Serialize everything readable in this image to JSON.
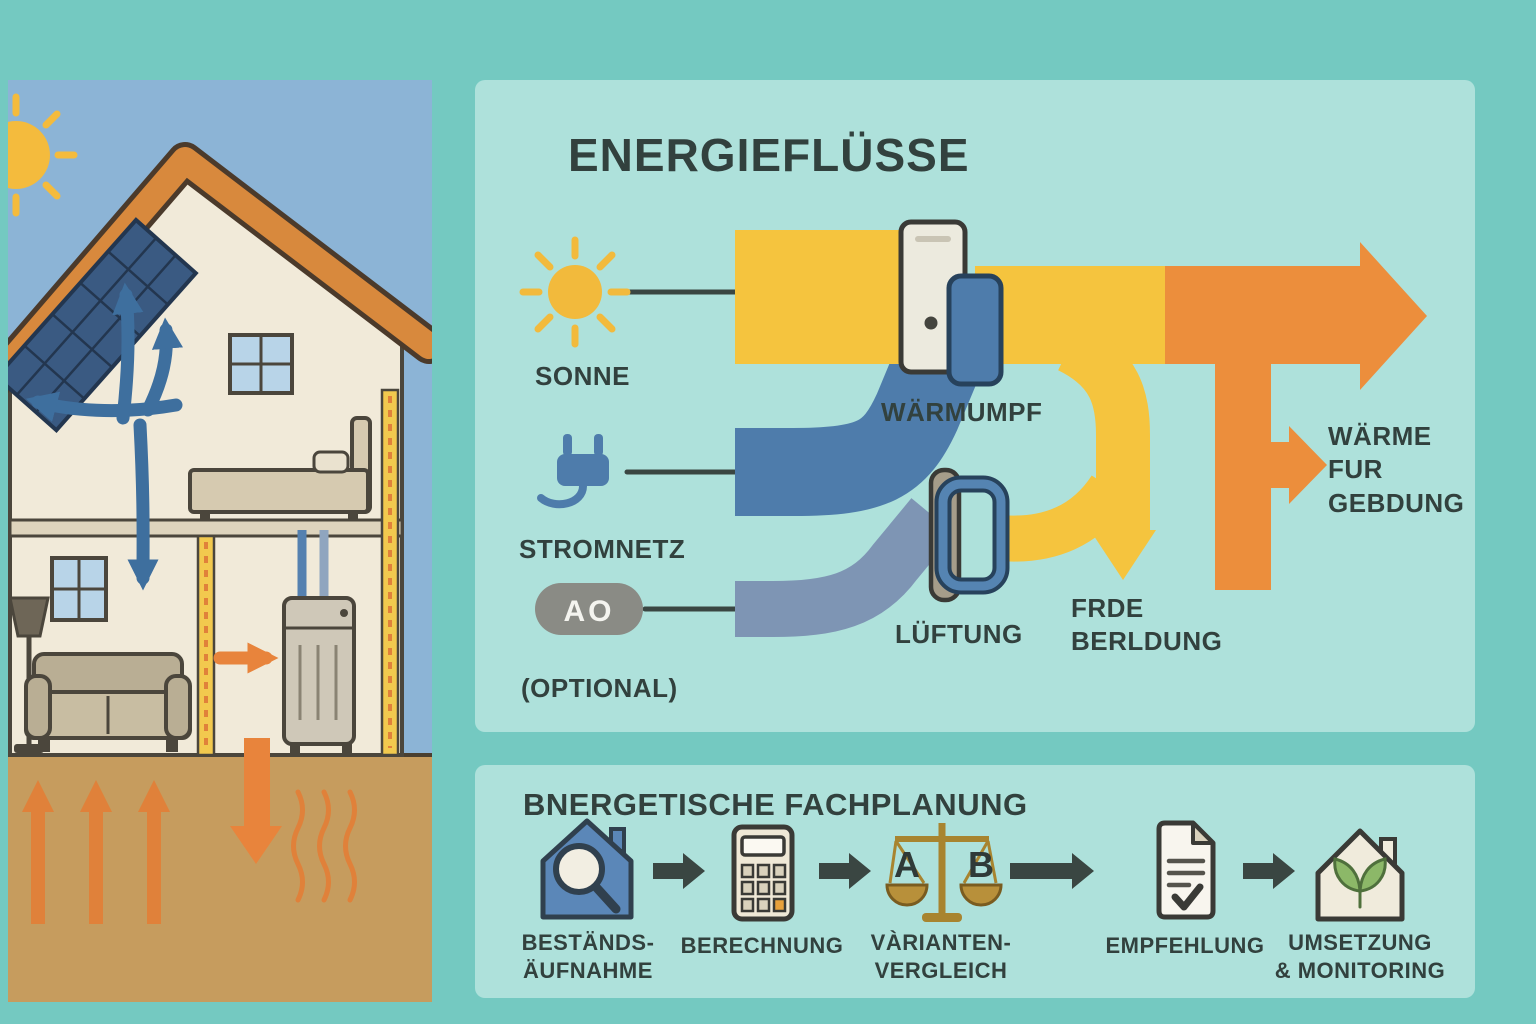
{
  "colors": {
    "background": "#74c9c1",
    "panel": "#aee1db",
    "text": "#32413e",
    "flow_yellow": "#f5c43e",
    "flow_orange": "#ec8e3c",
    "flow_blue": "#4e7cab",
    "flow_blue_gray": "#7e95b4",
    "sky": "#8cb4d6",
    "ground": "#c69c5e",
    "house_wall": "#f1ead9",
    "roof": "#d8893d",
    "air_arrow_blue": "#3e6f9e",
    "heat_arrow_orange": "#e8843c"
  },
  "house": {
    "alt": "Cross-section of a house with rooftop solar panel, interior air-flow arrows, heat pump and ground-source heat arrows",
    "elements": [
      "sun-icon",
      "solar-panel",
      "roof",
      "attic-window",
      "bed",
      "air-flow-arrows",
      "insulation-strips",
      "lower-window",
      "floor-lamp",
      "sofa",
      "heat-pump-unit",
      "heat-arrow-to-ground",
      "ground-heat-arrows",
      "ground-heat-waves"
    ]
  },
  "energy": {
    "title": "ENERGIEFLÜSSE",
    "sources": [
      {
        "id": "sonne",
        "icon": "sun-icon",
        "label": "SONNE"
      },
      {
        "id": "stromnetz",
        "icon": "plug-icon",
        "label": "STROMNETZ"
      },
      {
        "id": "ao",
        "icon": "ao-badge",
        "badge": "AO",
        "label": "(OPTIONAL)"
      }
    ],
    "devices": [
      {
        "id": "waermepumpe",
        "icon": "heat-pump-unit-icon",
        "label": "WÄRMUMPF"
      },
      {
        "id": "lueftung",
        "icon": "ventilation-unit-icon",
        "label": "LÜFTUNG"
      }
    ],
    "outputs": [
      {
        "id": "erdbeladung",
        "label": "FRDE\nBERLDUNG"
      },
      {
        "id": "waerme-gebaeude",
        "label": "WÄRME\nFUR\nGEBDUNG"
      }
    ],
    "flows": [
      {
        "from": "SONNE",
        "to": "WÄRMUMPF",
        "color": "#f5c43e"
      },
      {
        "from": "STROMNETZ",
        "to": "WÄRMUMPF",
        "color": "#4e7cab"
      },
      {
        "from": "AO",
        "to": "LÜFTUNG",
        "color": "#7e95b4"
      },
      {
        "from": "WÄRMUMPF",
        "to": "WÄRME FUR GEBDUNG",
        "color": "#ec8e3c"
      },
      {
        "from": "WÄRMUMPF",
        "to": "FRDE BERLDUNG",
        "color": "#f5c43e"
      },
      {
        "from": "LÜFTUNG",
        "to": "FRDE BERLDUNG",
        "color": "#f5c43e"
      }
    ]
  },
  "planning": {
    "title": "BNERGETISCHE FACHPLANUNG",
    "steps": [
      {
        "icon": "house-search-icon",
        "label": "BESTÄNDS-\nÄUFNAHME"
      },
      {
        "icon": "calculator-icon",
        "label": "BERECHNUNG"
      },
      {
        "icon": "balance-scale-icon",
        "label": "VÀRIANTEN-\nVERGLEICH",
        "scale_left": "A",
        "scale_right": "B"
      },
      {
        "icon": "document-check-icon",
        "label": "EMPFEHLUNG"
      },
      {
        "icon": "house-leaf-icon",
        "label": "UMSETZUNG\n& MONITORING"
      }
    ]
  }
}
